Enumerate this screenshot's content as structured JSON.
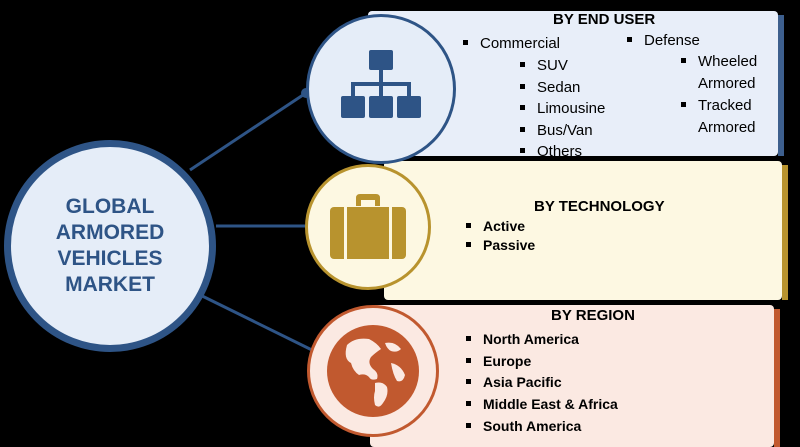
{
  "center": {
    "title": "GLOBAL\nARMORED\nVEHICLES\nMARKET"
  },
  "end_user": {
    "heading": "BY END USER",
    "commercial": "Commercial",
    "commercial_items": [
      "SUV",
      "Sedan",
      "Limousine",
      "Bus/Van",
      "Others"
    ],
    "defense": "Defense",
    "defense_items": [
      {
        "line1": "Wheeled",
        "line2": "Armored"
      },
      {
        "line1": "Tracked",
        "line2": "Armored"
      }
    ]
  },
  "technology": {
    "heading": "BY TECHNOLOGY",
    "items": [
      "Active",
      "Passive"
    ]
  },
  "region": {
    "heading": "BY REGION",
    "items": [
      "North America",
      "Europe",
      "Asia Pacific",
      "Middle East & Africa",
      "South America"
    ]
  },
  "icons": {
    "end_user": "hierarchy-icon",
    "technology": "briefcase-icon",
    "region": "globe-icon"
  },
  "colors": {
    "blue": "#2e5486",
    "gold": "#b8932e",
    "orange": "#c1592f",
    "background": "#000000"
  }
}
